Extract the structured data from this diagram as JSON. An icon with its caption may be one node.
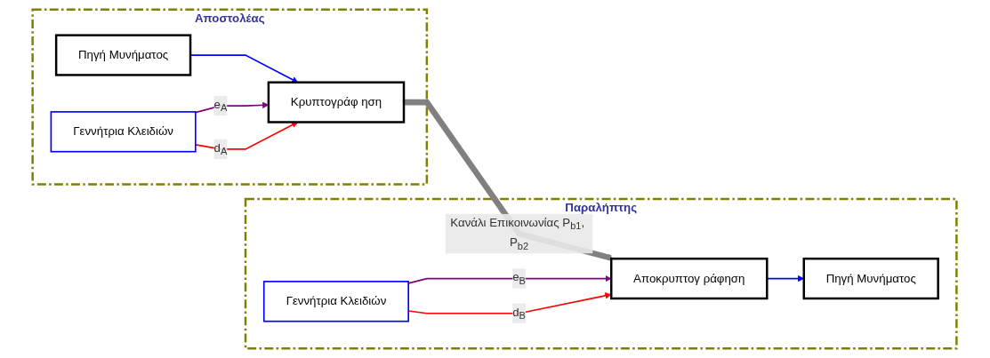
{
  "diagram": {
    "nodes": [
      {
        "text": [
          "Αποστολέας"
        ]
      },
      {
        "text": [
          "Πηγή Μυνήματος"
        ],
        "in": 0
      },
      {
        "text": [
          "Κρυπτογράφ ηση"
        ],
        "in": 0
      },
      {
        "text": [
          "Γεννήτρια Κλειδιών"
        ],
        "in": 0
      },
      {
        "text": [
          "Παραλήπτης"
        ]
      },
      {
        "text": [
          "Αποκρυπτογ ράφηση"
        ],
        "in": 4
      },
      {
        "text": [
          "Πηγή Μυνήματος"
        ],
        "in": 4
      },
      {
        "text": [
          "Γεννήτρια Κλειδιών"
        ],
        "in": 4
      }
    ],
    "edges": [
      {
        "from": 1,
        "to": 2,
        "arrow": "to",
        "color": "#0000ff"
      },
      {
        "from": 3,
        "to": 2,
        "arrow": "to",
        "label": "e$_{A}$",
        "color": "#800080"
      },
      {
        "from": 3,
        "to": 2,
        "arrow": "to",
        "label": "d$_{A}$",
        "color": "#ff0000"
      },
      {
        "from": 2,
        "to": 5,
        "arrow": "to",
        "label": "Κανάλι Επικοινωνίας P$_{b1}$, P$_{b2}$",
        "style": "thick",
        "color": "#808080"
      },
      {
        "from": 5,
        "to": 6,
        "arrow": "to",
        "color": "#0000ff"
      },
      {
        "from": 7,
        "to": 5,
        "arrow": "to",
        "label": "e$_{B}$",
        "color": "#800080"
      },
      {
        "from": 7,
        "to": 5,
        "arrow": "to",
        "label": "d$_{B}$",
        "color": "#ff0000"
      }
    ]
  }
}
